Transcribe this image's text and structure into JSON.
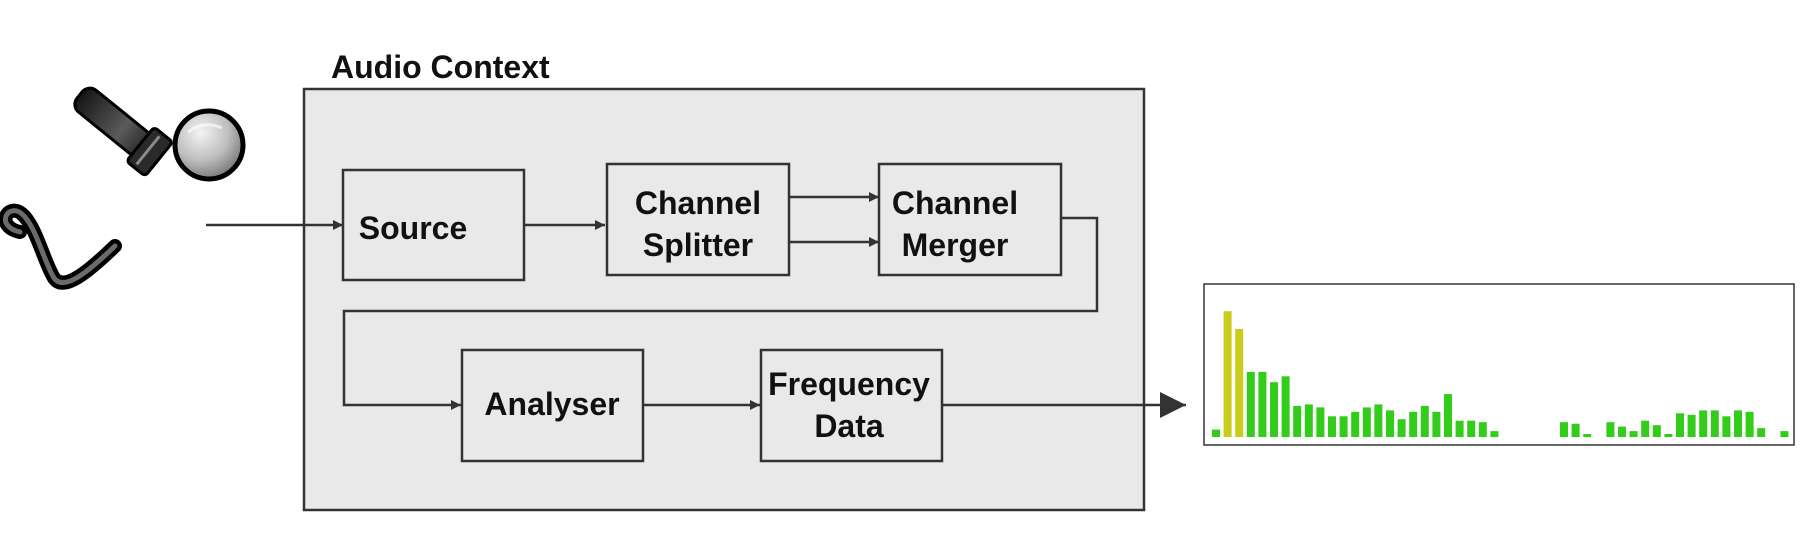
{
  "title": "Audio Context",
  "nodes": {
    "source": {
      "lines": [
        "Source"
      ]
    },
    "splitter": {
      "lines": [
        "Channel",
        "Splitter"
      ]
    },
    "merger": {
      "lines": [
        "Channel",
        "Merger"
      ]
    },
    "analyser": {
      "lines": [
        "Analyser"
      ]
    },
    "frequency": {
      "lines": [
        "Frequency",
        "Data"
      ]
    }
  },
  "icons": {
    "input": "microphone-icon"
  },
  "colors": {
    "context_fill": "#e9e9e9",
    "stroke": "#333333",
    "bar_green": "#33cc1a",
    "bar_yellow": "#c9cc1a"
  },
  "spectrum": {
    "values": [
      0.05,
      0.85,
      0.73,
      0.44,
      0.44,
      0.37,
      0.41,
      0.21,
      0.22,
      0.2,
      0.14,
      0.14,
      0.17,
      0.2,
      0.22,
      0.18,
      0.12,
      0.17,
      0.21,
      0.17,
      0.29,
      0.11,
      0.11,
      0.1,
      0.04,
      0,
      0,
      0,
      0,
      0,
      0.1,
      0.09,
      0.02,
      0,
      0.1,
      0.07,
      0.04,
      0.11,
      0.08,
      0.02,
      0.16,
      0.15,
      0.18,
      0.18,
      0.14,
      0.18,
      0.17,
      0.06,
      0,
      0.04
    ]
  }
}
